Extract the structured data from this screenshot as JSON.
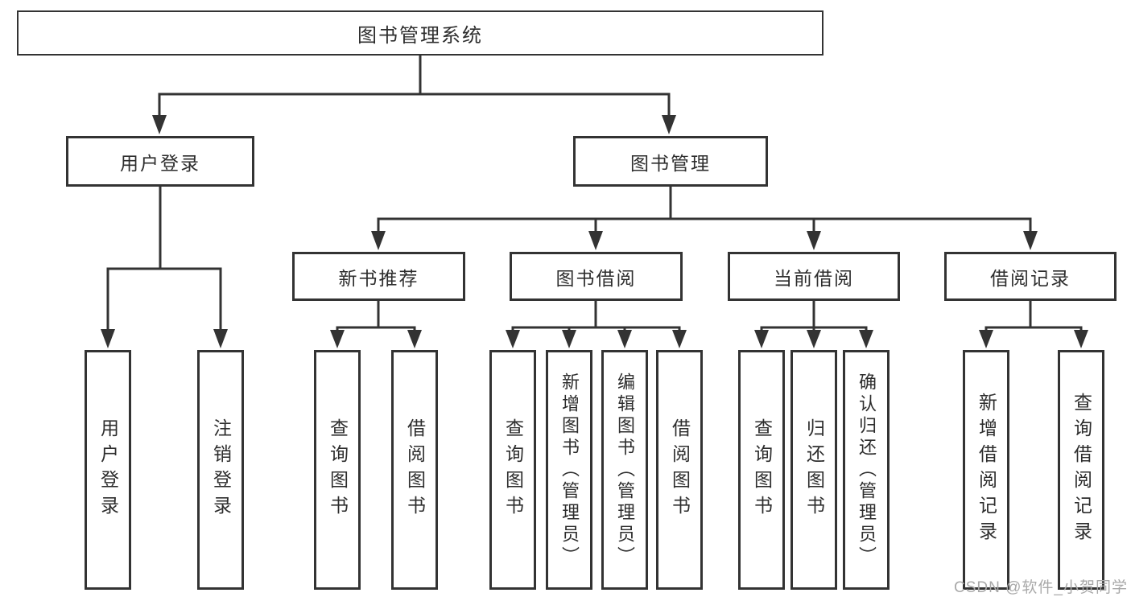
{
  "diagram": {
    "root": "图书管理系统",
    "level2": [
      "用户登录",
      "图书管理"
    ],
    "level3": [
      "新书推荐",
      "图书借阅",
      "当前借阅",
      "借阅记录"
    ],
    "leaves": {
      "login": [
        "用户登录",
        "注销登录"
      ],
      "recommend": [
        "查询图书",
        "借阅图书"
      ],
      "borrow": [
        "查询图书",
        "新增图书（管理员）",
        "编辑图书（管理员）",
        "借阅图书"
      ],
      "current": [
        "查询图书",
        "归还图书",
        "确认归还（管理员）"
      ],
      "records": [
        "新增借阅记录",
        "查询借阅记录"
      ]
    }
  },
  "appearance": {
    "line_color": "#333333",
    "box_background": "#ffffff",
    "watermark_color": "#a9a9a9"
  },
  "watermark": "CSDN @软件_小贺同学"
}
